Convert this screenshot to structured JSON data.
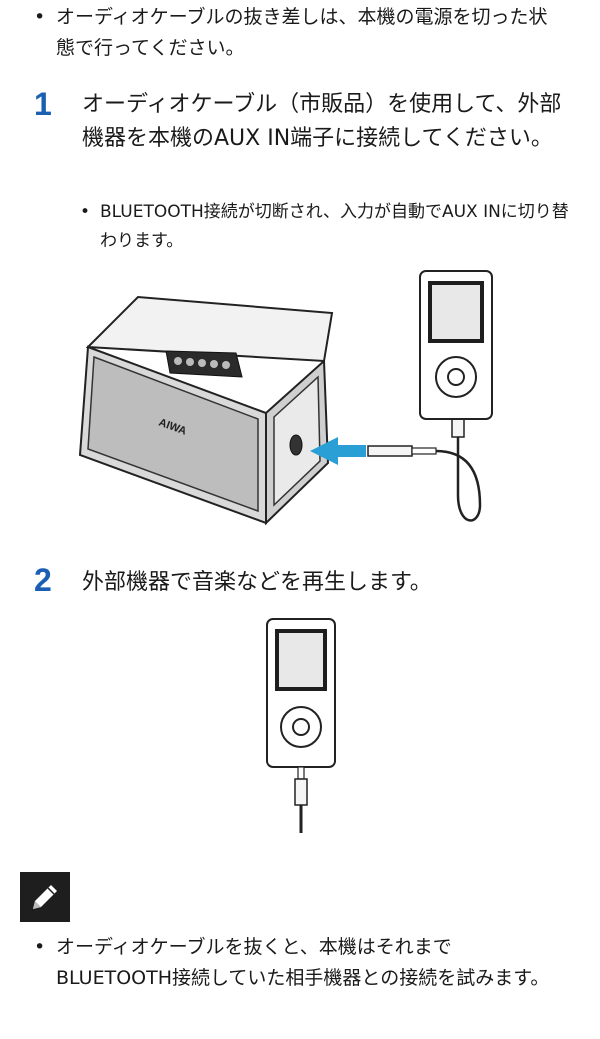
{
  "top_note": {
    "bullet": "•",
    "text": "オーディオケーブルの抜き差しは、本機の電源を切った状態で行ってください。"
  },
  "step1": {
    "number": "1",
    "text": "オーディオケーブル（市販品）を使用して、外部機器を本機のAUX IN端子に接続してください。",
    "sub_bullet": "•",
    "sub_text": "BLUETOOTH接続が切断され、入力が自動でAUX INに切り替わります。",
    "speaker_logo": "AIWA"
  },
  "step2": {
    "number": "2",
    "text": "外部機器で音楽などを再生します。"
  },
  "note": {
    "icon": "pencil-icon",
    "bullet": "•",
    "text": "オーディオケーブルを抜くと、本機はそれまでBLUETOOTH接続していた相手機器との接続を試みます。"
  },
  "colors": {
    "accent": "#1a5fb4",
    "arrow": "#2a9fd6",
    "note_icon_bg": "#1e1e1e"
  }
}
